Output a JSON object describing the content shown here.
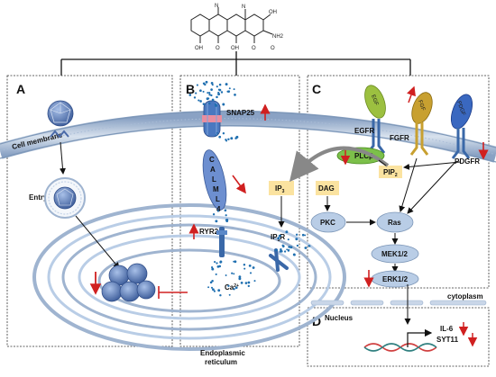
{
  "molecule": {
    "labels": [
      "N",
      "N",
      "OH",
      "NH2",
      "OH",
      "O",
      "OH",
      "O",
      "O"
    ]
  },
  "panels": {
    "a": {
      "letter": "A",
      "entry": "Entry",
      "cell_membrane": "Cell membrane"
    },
    "b": {
      "letter": "B",
      "snap25": "SNAP25",
      "calml4": "CALML4",
      "ryr2": "RYR2",
      "ca2": "Ca",
      "ca2_sup": "2+",
      "ip3": "IP",
      "ip3_sub": "3",
      "ip3r": "IP",
      "ip3r_sub": "3",
      "ip3r_end": "R",
      "er": "Endoplasmic reticulum",
      "er_line1": "Endoplasmic",
      "er_line2": "reticulum"
    },
    "c": {
      "letter": "C",
      "egfr": "EGFR",
      "fgfr": "FGFR",
      "pdgfr": "PDGFR",
      "egf": "EGF",
      "fgf": "FGF",
      "pdgf": "PDGF",
      "plcb": "PLCβ",
      "dag": "DAG",
      "pip2": "PIP",
      "pip2_sub": "2",
      "pkc": "PKC",
      "ras": "Ras",
      "mek": "MEK1/2",
      "erk": "ERK1/2",
      "cytoplasm": "cytoplasm"
    },
    "d": {
      "letter": "D",
      "nucleus": "Nucleus",
      "il6": "IL-6",
      "syt11": "SYT11"
    }
  },
  "colors": {
    "membrane": "#b8c8dc",
    "membrane_dark": "#7d97b8",
    "er": "#9fb4d0",
    "protein_blue": "#4a78c0",
    "calml4_blue": "#6d8fd0",
    "plcb_green": "#7cc04a",
    "egf_green": "#9cc040",
    "fgf_gold": "#c8a030",
    "pdgf_blue": "#3a68c0",
    "box_fill": "#b9cde6",
    "yellow_box": "#fbe3a0",
    "red_arrow": "#d02020",
    "ca_dots": "#1f6fb0",
    "snap_pink": "#e88ea0",
    "dna_red": "#d04040",
    "dna_teal": "#308080"
  },
  "icons": [
    "virus-icon",
    "vesicle-icon",
    "receptor-icon",
    "dna-icon"
  ]
}
